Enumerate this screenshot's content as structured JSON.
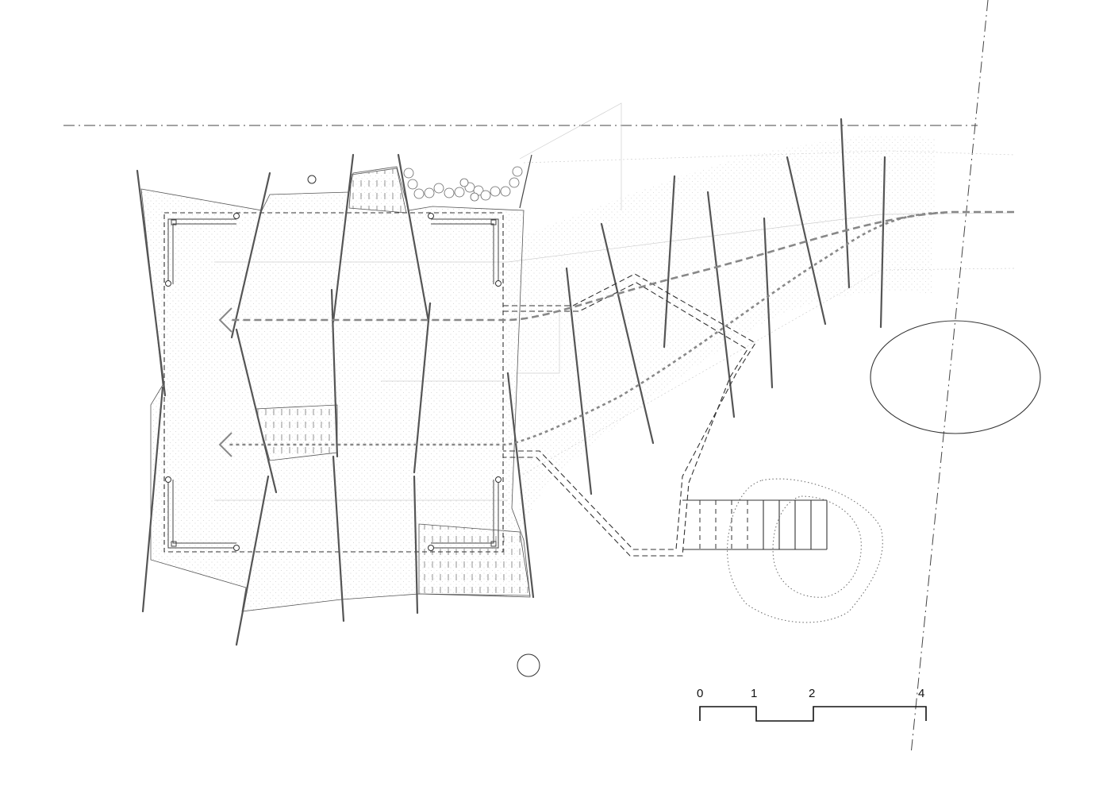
{
  "scale_bar": {
    "labels": [
      "0",
      "1",
      "2",
      "4"
    ]
  },
  "colors": {
    "line": "#333333",
    "light_line": "#bbbbbb",
    "path_arrow": "#888888",
    "stipple": "#c8c8c8"
  }
}
